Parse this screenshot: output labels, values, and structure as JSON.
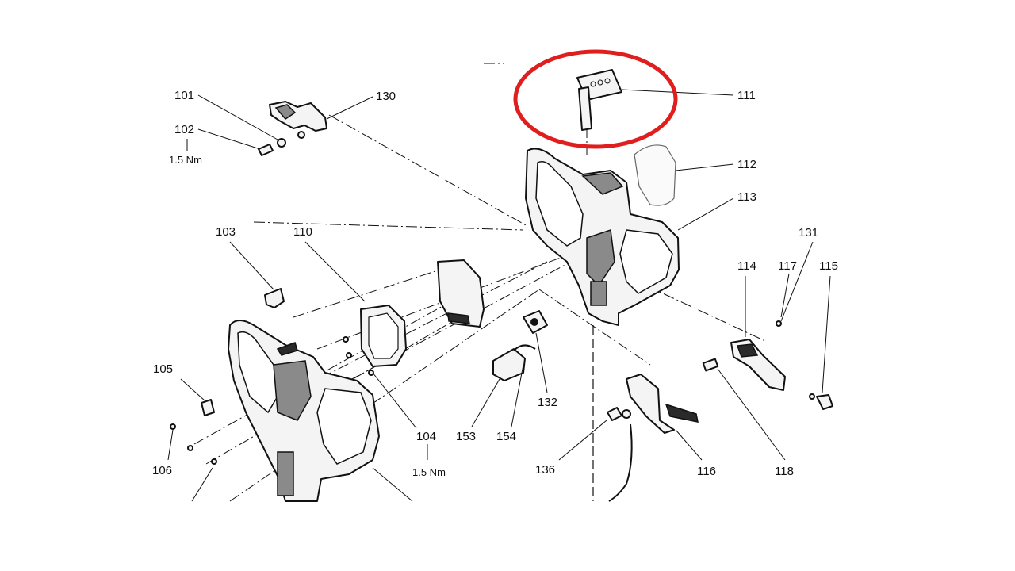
{
  "labels": {
    "p101": "101",
    "p102": "102",
    "t102": "1.5 Nm",
    "p130": "130",
    "p111": "111",
    "p112": "112",
    "p113": "113",
    "p103": "103",
    "p110": "110",
    "p131": "131",
    "p114": "114",
    "p117": "117",
    "p115": "115",
    "p105": "105",
    "p132": "132",
    "p104": "104",
    "t104": "1.5 Nm",
    "p153": "153",
    "p154": "154",
    "p106": "106",
    "p136": "136",
    "p116": "116",
    "p118": "118"
  },
  "highlight": {
    "color": "#e01e1e",
    "target": "111"
  }
}
